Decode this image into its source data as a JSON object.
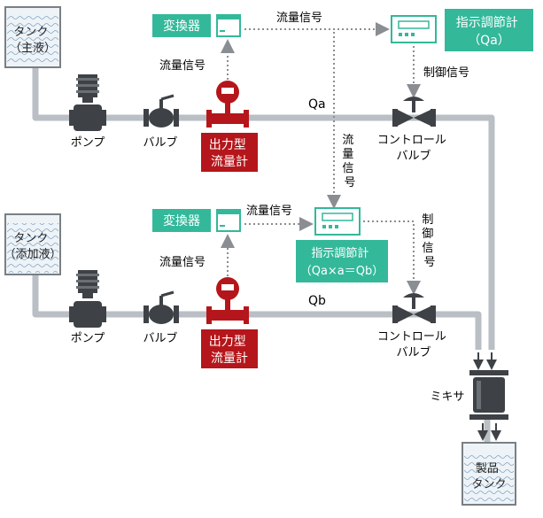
{
  "colors": {
    "pipe": "#b9bfc4",
    "signal": "#8a8e92",
    "teal": "#33b89a",
    "red": "#b5161b",
    "dark": "#3e4246",
    "tank_outline": "#7a7f84",
    "tank_fill": "#dfe8ef"
  },
  "tanks": {
    "main": "タンク\n（主液）",
    "additive": "タンク\n（添加液）",
    "product": "製品\nタンク"
  },
  "upper": {
    "pump": "ポンプ",
    "valve": "バルブ",
    "flowmeter": "出力型\n流量計",
    "converter": "変換器",
    "signal_up": "流量信号",
    "signal_top": "流量信号",
    "indicator": "指示調節計\n（Qa）",
    "control_signal": "制御信号",
    "flow_label": "Qa",
    "control_valve": "コントロール\nバルブ",
    "cross_signal": "流\n量\n信\n号"
  },
  "lower": {
    "pump": "ポンプ",
    "valve": "バルブ",
    "flowmeter": "出力型\n流量計",
    "converter": "変換器",
    "signal_up": "流量信号",
    "signal_top": "流量信号",
    "indicator": "指示調節計\n（Qa×a＝Qb）",
    "control_signal": "制\n御\n信\n号",
    "flow_label": "Qb",
    "control_valve": "コントロール\nバルブ"
  },
  "mixer": "ミキサ"
}
